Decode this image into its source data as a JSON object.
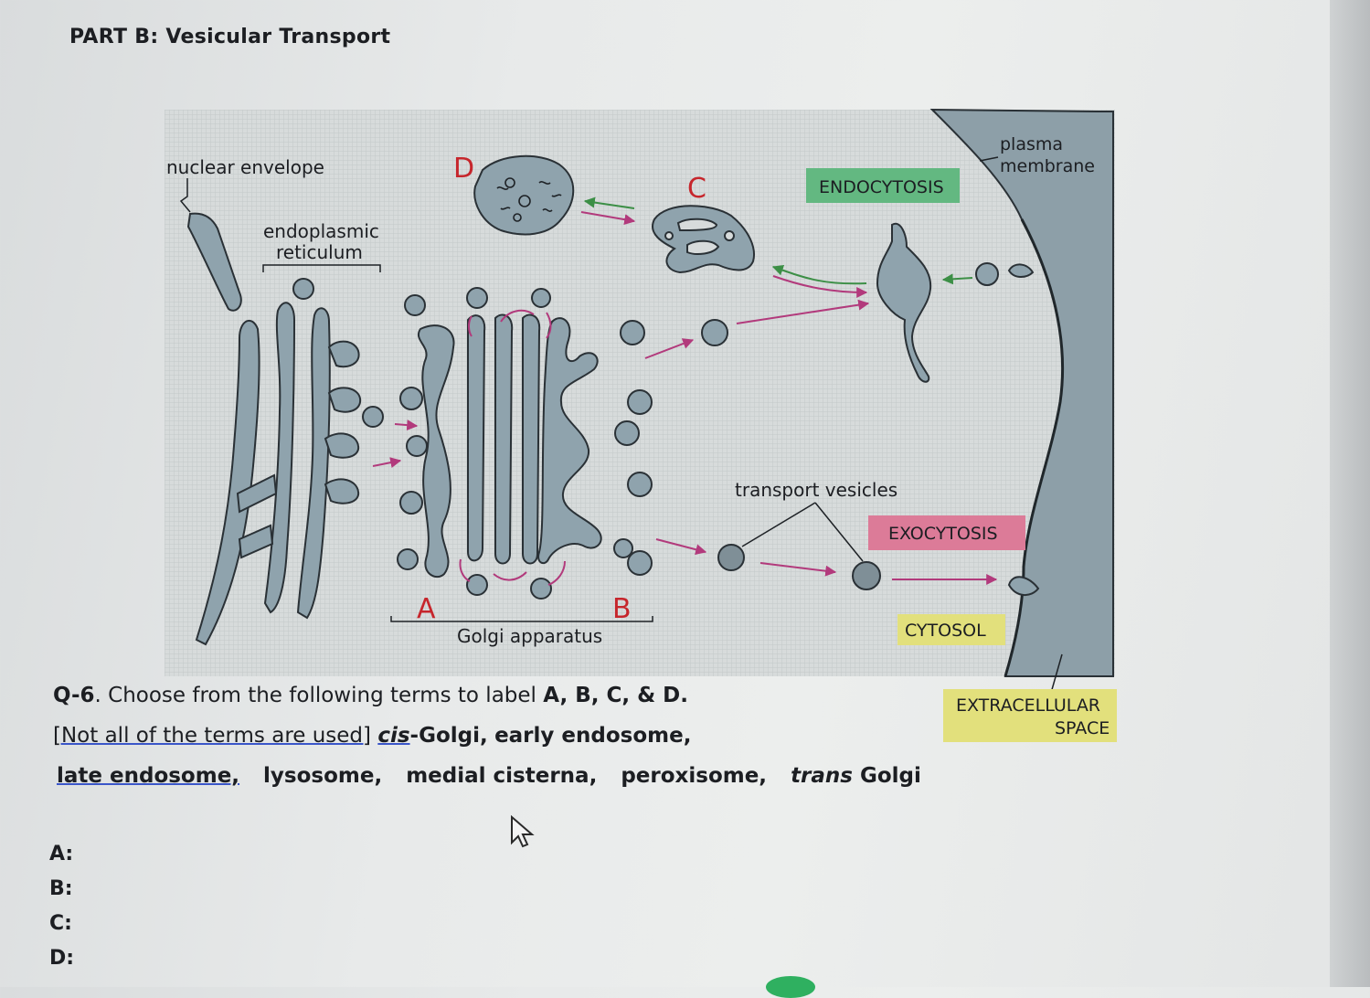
{
  "heading": "PART B: Vesicular Transport",
  "labels": {
    "nuclear_envelope": "nuclear envelope",
    "er_line1": "endoplasmic",
    "er_line2": "reticulum",
    "golgi": "Golgi apparatus",
    "transport_vesicles": "transport vesicles",
    "plasma_line1": "plasma",
    "plasma_line2": "membrane",
    "endocytosis": "ENDOCYTOSIS",
    "exocytosis": "EXOCYTOSIS",
    "cytosol": "CYTOSOL",
    "extra_line1": "EXTRACELLULAR",
    "extra_line2": "SPACE",
    "letter_a": "A",
    "letter_b": "B",
    "letter_c": "C",
    "letter_d": "D"
  },
  "question": {
    "q_label": "Q-6",
    "q_text": ". Choose from the following terms to label ",
    "q_letters": "A, B, C, & D.",
    "note": "[Not all of the terms are used]",
    "term_cis": "cis",
    "term_cis_rest": "-Golgi,",
    "term_early": "early endosome,",
    "term_late": "late endosome,",
    "term_lyso": "lysosome,",
    "term_medial": "medial cisterna,",
    "term_perox": "peroxisome,",
    "term_trans": "trans",
    "term_trans_rest": " Golgi"
  },
  "answers": [
    "A:",
    "B:",
    "C:",
    "D:"
  ],
  "colors": {
    "organelle": "#8fa3ad",
    "organelle_stroke": "#2a3136",
    "plasma": "#8d9fa8",
    "endocytosis_box": "#63b881",
    "exocytosis_box": "#dc7b98",
    "yellow_box": "#e2e07c",
    "arrow_magenta": "#b23a7c",
    "arrow_green": "#3c8f46",
    "letter_red": "#c6262c"
  }
}
